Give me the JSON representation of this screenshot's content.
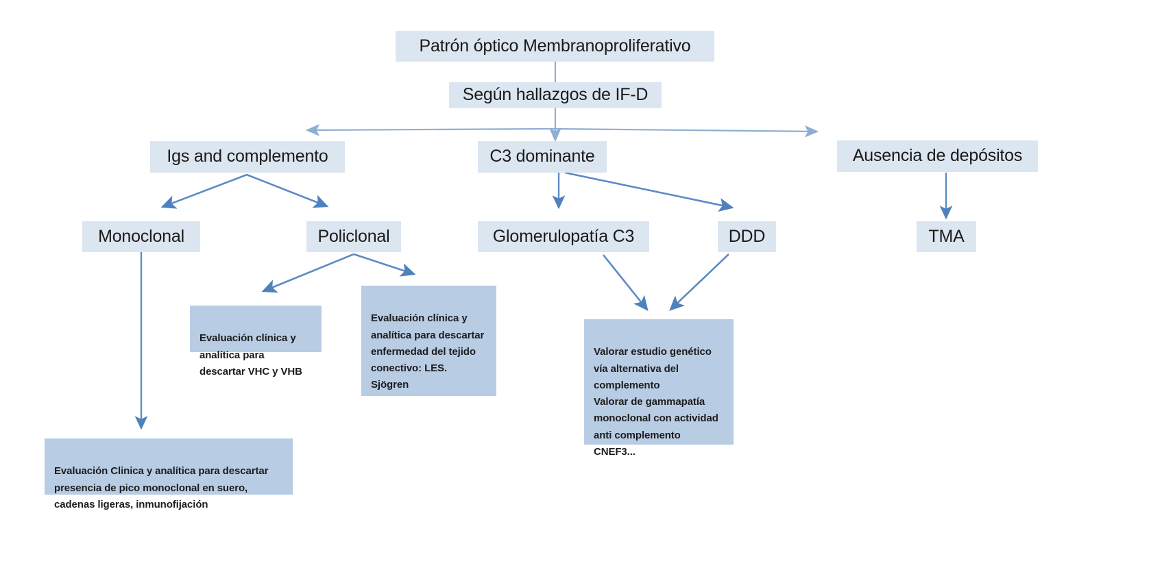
{
  "diagram": {
    "title": "Patrón óptico Membranoproliferativo",
    "nodes": {
      "root": "Patrón óptico Membranoproliferativo",
      "criteria": "Según hallazgos de IF-D",
      "branch_igs": "Igs and complemento",
      "branch_c3": "C3 dominante",
      "branch_ausencia": "Ausencia de depósitos",
      "monoclonal": "Monoclonal",
      "policlonal": "Policlonal",
      "glomerulopatia_c3": "Glomerulopatía C3",
      "ddd": "DDD",
      "tma": "TMA"
    },
    "notes": {
      "note_monoclonal": "Evaluación Clinica y analítica para descartar presencia de pico monoclonal en suero, cadenas ligeras, inmunofijación",
      "note_vhc_vhb": "Evaluación clínica y analítica para descartar VHC y VHB",
      "note_tejido_conectivo": "Evaluación clínica y analítica para descartar enfermedad del tejido conectivo: LES. Sjögren",
      "note_c3_ddd": "Valorar estudio genético vía alternativa del complemento\nValorar de gammapatía monoclonal con actividad anti complemento CNEF3..."
    },
    "colors": {
      "node_fill": "#dce6f1",
      "note_fill": "#b8cce4",
      "arrow": "#4f81bd",
      "arrow_light": "#95b3d7",
      "text": "#1a1a1a",
      "background": "#ffffff"
    }
  }
}
